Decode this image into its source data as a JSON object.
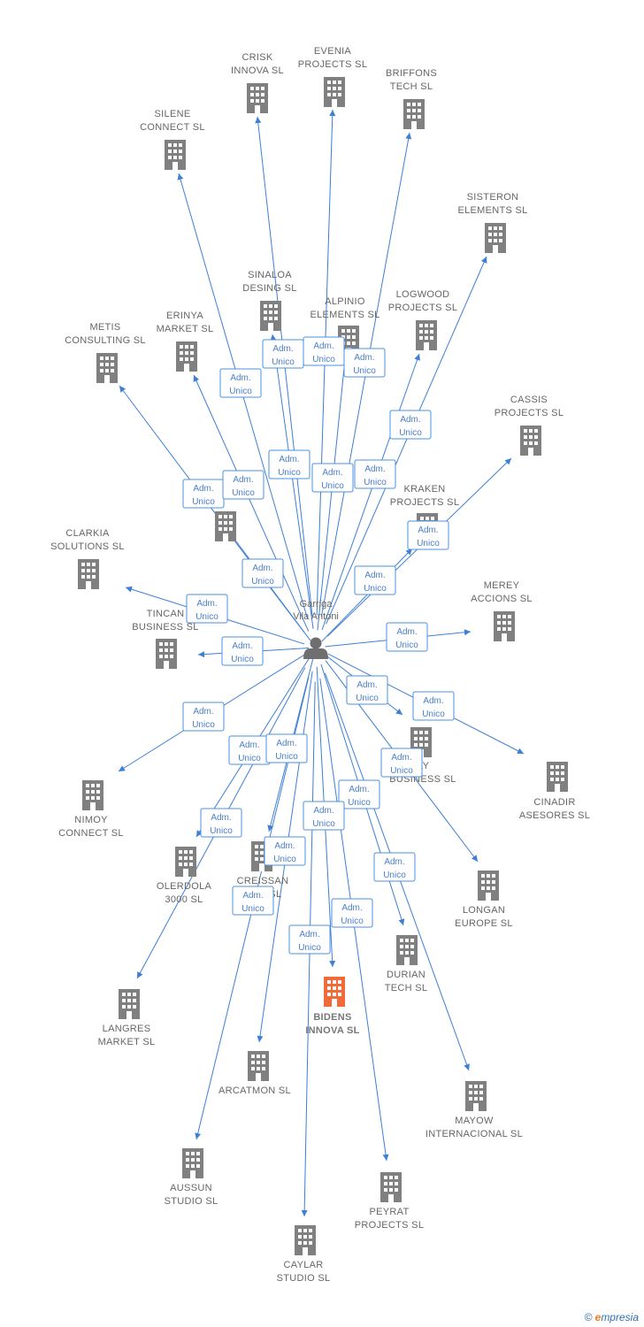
{
  "center": {
    "name_lines": [
      "Garriga",
      "Vila Antoni"
    ]
  },
  "colors": {
    "edge": "#3d7fd6",
    "building": "#808080",
    "building_highlight": "#f06a3a"
  },
  "relation_label_lines": [
    "Adm.",
    "Unico"
  ],
  "companies": [
    {
      "id": "crisk",
      "lines": [
        "CRISK",
        "INNOVA SL"
      ]
    },
    {
      "id": "evenia",
      "lines": [
        "EVENIA",
        "PROJECTS SL"
      ]
    },
    {
      "id": "briffons",
      "lines": [
        "BRIFFONS",
        "TECH SL"
      ]
    },
    {
      "id": "silene",
      "lines": [
        "SILENE",
        "CONNECT SL"
      ]
    },
    {
      "id": "sisteron",
      "lines": [
        "SISTERON",
        "ELEMENTS SL"
      ]
    },
    {
      "id": "sinaloa",
      "lines": [
        "SINALOA",
        "DESING SL"
      ]
    },
    {
      "id": "alpinio",
      "lines": [
        "ALPINIO",
        "ELEMENTS SL"
      ]
    },
    {
      "id": "logwood",
      "lines": [
        "LOGWOOD",
        "PROJECTS SL"
      ]
    },
    {
      "id": "metis",
      "lines": [
        "METIS",
        "CONSULTING SL"
      ]
    },
    {
      "id": "erinya",
      "lines": [
        "ERINYA",
        "MARKET SL"
      ]
    },
    {
      "id": "cassis",
      "lines": [
        "CASSIS",
        "PROJECTS SL"
      ]
    },
    {
      "id": "kraken",
      "lines": [
        "KRAKEN",
        "PROJECTS SL"
      ]
    },
    {
      "id": "clarkia",
      "lines": [
        "CLARKIA",
        "SOLUTIONS SL"
      ]
    },
    {
      "id": "merey",
      "lines": [
        "MEREY",
        "ACCIONS SL"
      ]
    },
    {
      "id": "tincan",
      "lines": [
        "TINCAN",
        "BUSINESS SL"
      ]
    },
    {
      "id": "unnamed",
      "lines": [
        "",
        ""
      ]
    },
    {
      "id": "ay",
      "lines": [
        "AY",
        "BUSINESS SL"
      ]
    },
    {
      "id": "cinadir",
      "lines": [
        "CINADIR",
        "ASESORES SL"
      ]
    },
    {
      "id": "nimoy",
      "lines": [
        "NIMOY",
        "CONNECT SL"
      ]
    },
    {
      "id": "olerdola",
      "lines": [
        "OLERDOLA",
        "3000 SL"
      ]
    },
    {
      "id": "creissan",
      "lines": [
        "CREISSAN",
        "S...S SL"
      ]
    },
    {
      "id": "longan",
      "lines": [
        "LONGAN",
        "EUROPE SL"
      ]
    },
    {
      "id": "durian",
      "lines": [
        "DURIAN",
        "TECH SL"
      ]
    },
    {
      "id": "bidens",
      "lines": [
        "BIDENS",
        "INNOVA SL"
      ],
      "highlight": true
    },
    {
      "id": "langres",
      "lines": [
        "LANGRES",
        "MARKET SL"
      ]
    },
    {
      "id": "arcatmon",
      "lines": [
        "ARCATMON SL"
      ]
    },
    {
      "id": "mayow",
      "lines": [
        "MAYOW",
        "INTERNACIONAL SL"
      ]
    },
    {
      "id": "aussun",
      "lines": [
        "AUSSUN",
        "STUDIO SL"
      ]
    },
    {
      "id": "peyrat",
      "lines": [
        "PEYRAT",
        "PROJECTS SL"
      ]
    },
    {
      "id": "caylar",
      "lines": [
        "CAYLAR",
        "STUDIO SL"
      ]
    }
  ],
  "footer": {
    "copyright": "©",
    "brand_initial": "e",
    "brand_rest": "mpresia"
  }
}
